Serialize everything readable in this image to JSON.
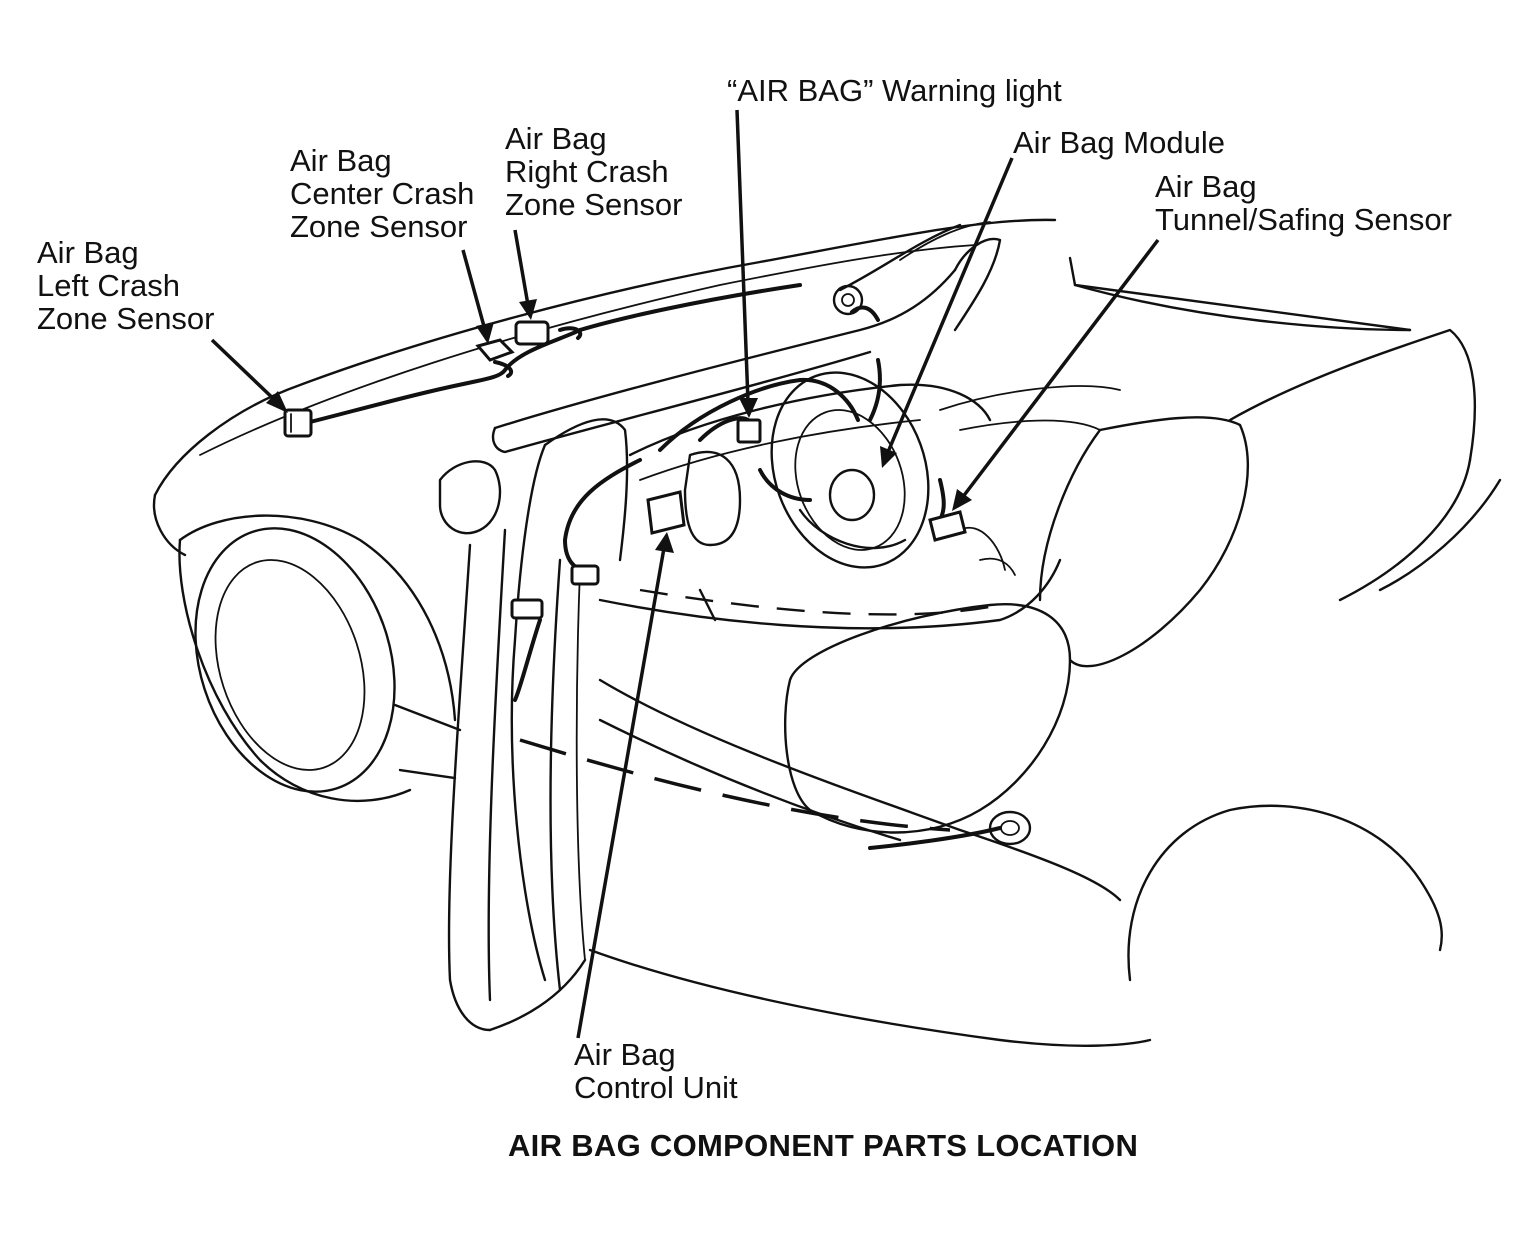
{
  "labels": {
    "left_crash_sensor": [
      "Air Bag",
      "Left Crash",
      "Zone Sensor"
    ],
    "center_crash_sensor": [
      "Air Bag",
      "Center Crash",
      "Zone Sensor"
    ],
    "right_crash_sensor": [
      "Air Bag",
      "Right Crash",
      "Zone Sensor"
    ],
    "warning_light": [
      "“AIR BAG” Warning light"
    ],
    "module": [
      "Air Bag Module"
    ],
    "tunnel_sensor": [
      "Air Bag",
      "Tunnel/Safing Sensor"
    ],
    "control_unit": [
      "Air Bag",
      "Control Unit"
    ]
  },
  "caption": "AIR BAG COMPONENT PARTS LOCATION"
}
